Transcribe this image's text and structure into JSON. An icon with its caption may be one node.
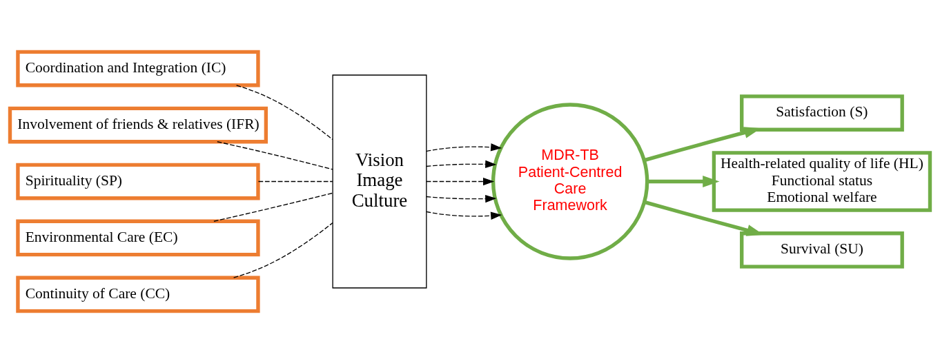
{
  "diagram": {
    "nodes": [
      {
        "text": [
          "Coordination and Integration (IC)"
        ]
      },
      {
        "text": [
          "Involvement of friends & relatives (IFR)"
        ]
      },
      {
        "text": [
          "Spirituality (SP)"
        ]
      },
      {
        "text": [
          "Environmental Care (EC)"
        ]
      },
      {
        "text": [
          "Continuity of Care (CC)"
        ]
      },
      {
        "text": [
          "Vision Image Culture"
        ]
      },
      {
        "text": [
          "MDR-TB Patient-Centred Care Framework"
        ]
      },
      {
        "text": [
          "Satisfaction (S)"
        ]
      },
      {
        "text": [
          "Health-related quality of life (HL)",
          "Functional status",
          "Emotional welfare"
        ]
      },
      {
        "text": [
          "Survival (SU)"
        ]
      }
    ],
    "edges": [
      {
        "from": 0,
        "to": 5,
        "arrow": "none",
        "style": "dashed"
      },
      {
        "from": 1,
        "to": 5,
        "arrow": "none",
        "style": "dashed"
      },
      {
        "from": 2,
        "to": 5,
        "arrow": "none",
        "style": "dashed"
      },
      {
        "from": 3,
        "to": 5,
        "arrow": "none",
        "style": "dashed"
      },
      {
        "from": 4,
        "to": 5,
        "arrow": "none",
        "style": "dashed"
      },
      {
        "from": 5,
        "to": 6,
        "arrow": "to",
        "style": "dashed"
      },
      {
        "from": 5,
        "to": 6,
        "arrow": "to",
        "style": "dashed"
      },
      {
        "from": 5,
        "to": 6,
        "arrow": "to",
        "style": "dashed"
      },
      {
        "from": 5,
        "to": 6,
        "arrow": "to",
        "style": "dashed"
      },
      {
        "from": 5,
        "to": 6,
        "arrow": "to",
        "style": "dashed"
      },
      {
        "from": 6,
        "to": 7,
        "arrow": "to",
        "style": "thick",
        "color": "#70ad47"
      },
      {
        "from": 6,
        "to": 8,
        "arrow": "to",
        "style": "thick",
        "color": "#70ad47"
      },
      {
        "from": 6,
        "to": 9,
        "arrow": "to",
        "style": "thick",
        "color": "#70ad47"
      }
    ]
  }
}
